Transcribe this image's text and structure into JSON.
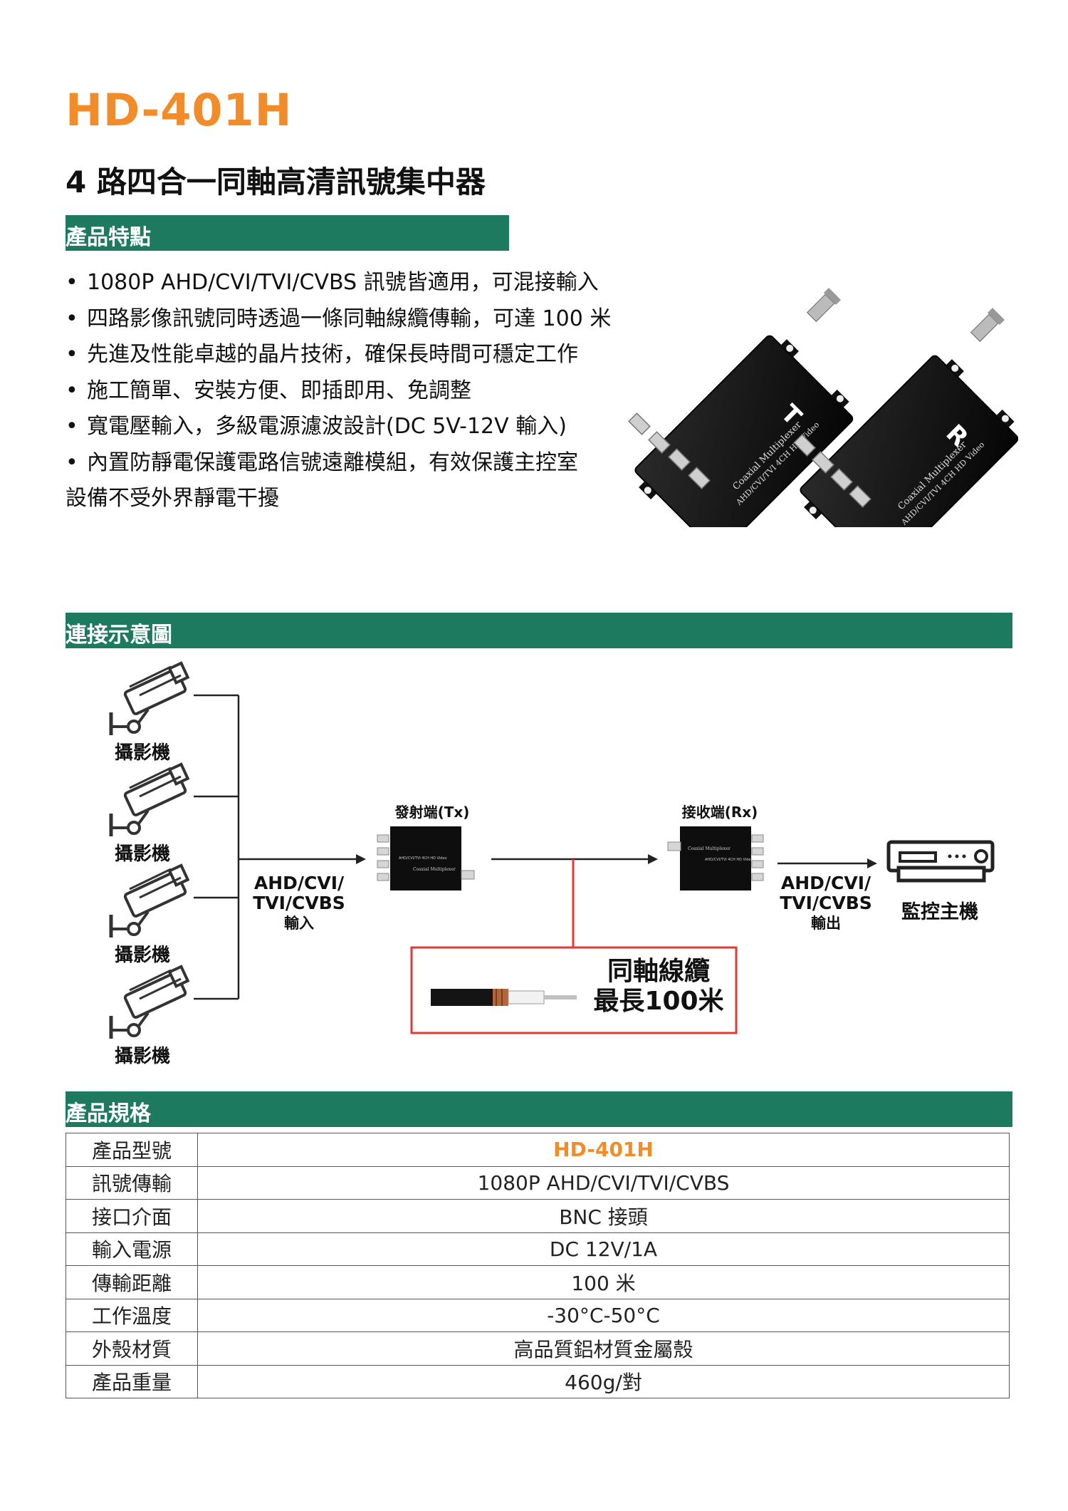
{
  "header": {
    "model": "HD-401H",
    "subtitle": "4 路四合一同軸高清訊號集中器"
  },
  "colors": {
    "accent": "#f28c28",
    "section_bar": "#1e7a5e",
    "cable_box": "#e53935"
  },
  "features": {
    "heading": "產品特點",
    "items": [
      "1080P AHD/CVI/TVI/CVBS 訊號皆適用，可混接輸入",
      "四路影像訊號同時透過一條同軸線纜傳輸，可達 100 米",
      "先進及性能卓越的晶片技術，確保長時間可穩定工作",
      "施工簡單、安裝方便、即插即用、免調整",
      "寬電壓輸入，多級電源濾波設計(DC 5V-12V 輸入)",
      "內置防靜電保護電路信號遠離模組，有效保護主控室"
    ],
    "continuation": "設備不受外界靜電干擾"
  },
  "product_image": {
    "tx_letter": "T",
    "rx_letter": "R",
    "device_text_1": "AHD/CVI/TVI 4CH HD Video",
    "device_text_2": "Coaxial Multiplexer"
  },
  "diagram": {
    "heading": "連接示意圖",
    "camera_label": "攝影機",
    "camera_count": 4,
    "input_label": [
      "AHD/CVI/",
      "TVI/CVBS",
      "輸入"
    ],
    "tx_label": "發射端(Tx)",
    "rx_label": "接收端(Rx)",
    "output_label": [
      "AHD/CVI/",
      "TVI/CVBS",
      "輸出"
    ],
    "host_label": "監控主機",
    "cable_label": [
      "同軸線纜",
      "最長100米"
    ],
    "device_text_1": "AHD/CVI/TVI 4CH HD Video",
    "device_text_2": "Coaxial Multiplexer"
  },
  "specs": {
    "heading": "產品規格",
    "rows": [
      {
        "key": "產品型號",
        "value": "HD-401H",
        "highlight": true
      },
      {
        "key": "訊號傳輸",
        "value": "1080P AHD/CVI/TVI/CVBS"
      },
      {
        "key": "接口介面",
        "value": "BNC 接頭"
      },
      {
        "key": "輸入電源",
        "value": "DC 12V/1A"
      },
      {
        "key": "傳輸距離",
        "value": "100 米"
      },
      {
        "key": "工作溫度",
        "value": "-30°C-50°C"
      },
      {
        "key": "外殼材質",
        "value": "高品質鋁材質金屬殼"
      },
      {
        "key": "產品重量",
        "value": "460g/對"
      }
    ]
  }
}
